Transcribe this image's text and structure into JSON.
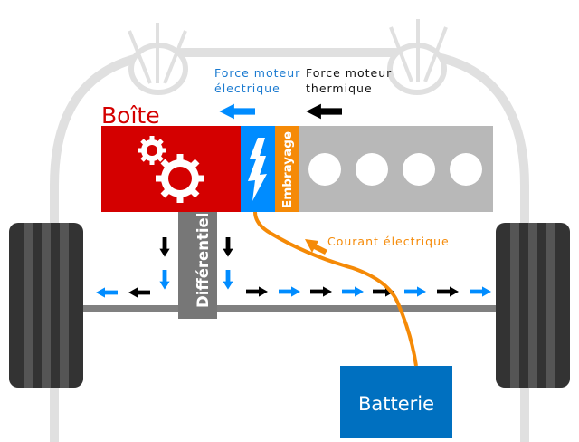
{
  "labels": {
    "boite": "Boîte",
    "force_electrique_1": "Force moteur",
    "force_electrique_2": "électrique",
    "force_thermique_1": "Force moteur",
    "force_thermique_2": "thermique",
    "embrayage": "Embrayage",
    "differentiel": "Différentiel",
    "courant": "Courant électrique",
    "batterie": "Batterie"
  },
  "colors": {
    "gearbox": "#d40000",
    "electric_motor": "#008cff",
    "clutch": "#f58a07",
    "engine": "#b8b8b8",
    "battery": "#0070c0",
    "current_wire": "#f58a07",
    "electric_force": "#008cff",
    "thermal_force": "#000000",
    "car_outline": "#e0e0e0",
    "axle": "#808080",
    "wheel": "#3a3a3a"
  },
  "icons": [
    "gears-icon",
    "lightning-icon",
    "cylinder-icon",
    "arrow-icon",
    "headlight-icon",
    "wheel-icon"
  ]
}
